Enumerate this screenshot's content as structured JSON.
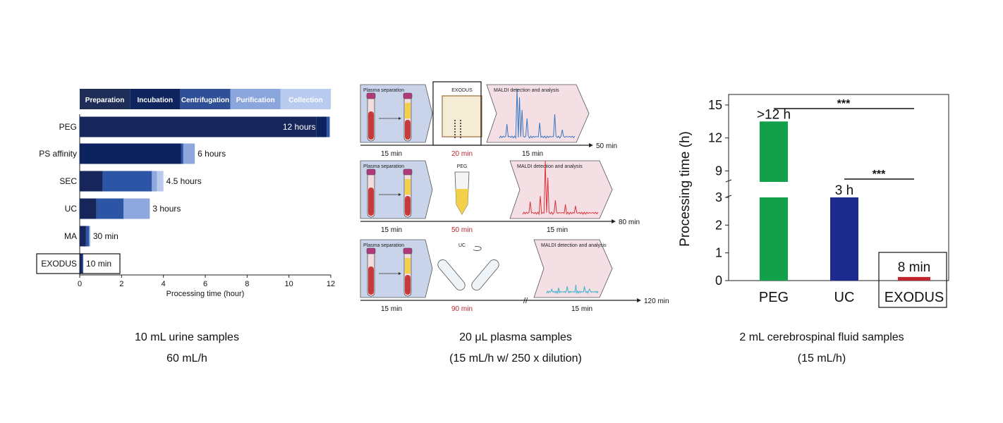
{
  "left_chart": {
    "phases": [
      {
        "label": "Preparation",
        "color": "#1f2e57"
      },
      {
        "label": "Incubation",
        "color": "#0f255e"
      },
      {
        "label": "Centrifugation",
        "color": "#2f4f96"
      },
      {
        "label": "Purification",
        "color": "#8aa6dd"
      },
      {
        "label": "Collection",
        "color": "#b9cbee"
      }
    ],
    "phase_colors": [
      "#16265a",
      "#0d2360",
      "#2c56a5",
      "#8ea8de",
      "#b8c9ec"
    ],
    "rows": [
      {
        "method": "PEG",
        "segments": [
          11.3,
          0.5,
          0.15
        ],
        "total_label": "12 hours",
        "label_inside": true
      },
      {
        "method": "PS affinity",
        "segments": [
          0,
          4.85,
          0.1,
          0.55
        ],
        "total_label": "6 hours"
      },
      {
        "method": "SEC",
        "segments": [
          1.1,
          0,
          2.35,
          0.25,
          0.3
        ],
        "total_label": "4.5 hours"
      },
      {
        "method": "UC",
        "segments": [
          0.8,
          0,
          1.3,
          1.25
        ],
        "total_label": "3 hours"
      },
      {
        "method": "MA",
        "segments": [
          0.3,
          0,
          0.15,
          0.05
        ],
        "total_label": "30 min"
      },
      {
        "method": "EXODUS",
        "segments": [
          0.12,
          0,
          0.05
        ],
        "total_label": "10 min",
        "boxed": true
      }
    ],
    "xlabel": "Processing time (hour)",
    "xticks": [
      "0",
      "2",
      "4",
      "6",
      "8",
      "10",
      "12"
    ],
    "xlim": [
      0,
      12
    ]
  },
  "middle": {
    "rows": [
      {
        "step1": "Plasma separation",
        "step2": "EXODUS",
        "step3": "MALDI detection and analysis",
        "t1": "15 min",
        "t2": "20 min",
        "t3": "15 min",
        "total": "50 min",
        "spectrum_color": "#3a77c0",
        "highlight": true
      },
      {
        "step1": "Plasma separation",
        "step2": "PEG",
        "step3": "MALDI detection and analysis",
        "t1": "15 min",
        "t2": "50 min",
        "t3": "15 min",
        "total": "80 min",
        "spectrum_color": "#d9343a"
      },
      {
        "step1": "Plasma separation",
        "step2": "UC",
        "step3": "MALDI detection and analysis",
        "t1": "15 min",
        "t2": "90 min",
        "t3": "15 min",
        "total": "120 min",
        "spectrum_color": "#3fb3cf"
      }
    ],
    "break_mark": "//"
  },
  "right_chart": {
    "type": "bar",
    "ylabel": "Processing time (h)",
    "categories": [
      "PEG",
      "UC",
      "EXODUS"
    ],
    "values": [
      13.5,
      3,
      0.13
    ],
    "bar_labels": [
      ">12 h",
      "3 h",
      "8 min"
    ],
    "colors": [
      "#12a04a",
      "#1d2a8e",
      "#c0262c"
    ],
    "yticks_lower": [
      "0",
      "1",
      "2",
      "3"
    ],
    "yticks_upper": [
      "9",
      "12",
      "15"
    ],
    "significance": [
      "***",
      "***"
    ],
    "boxed_category": "EXODUS"
  },
  "captions": [
    {
      "line1": "10 mL urine samples",
      "line2": "60 mL/h"
    },
    {
      "line1": "20 μL plasma samples",
      "line2": "(15 mL/h w/ 250 x dilution)"
    },
    {
      "line1": "2 mL cerebrospinal fluid samples",
      "line2": "(15 mL/h)"
    }
  ]
}
